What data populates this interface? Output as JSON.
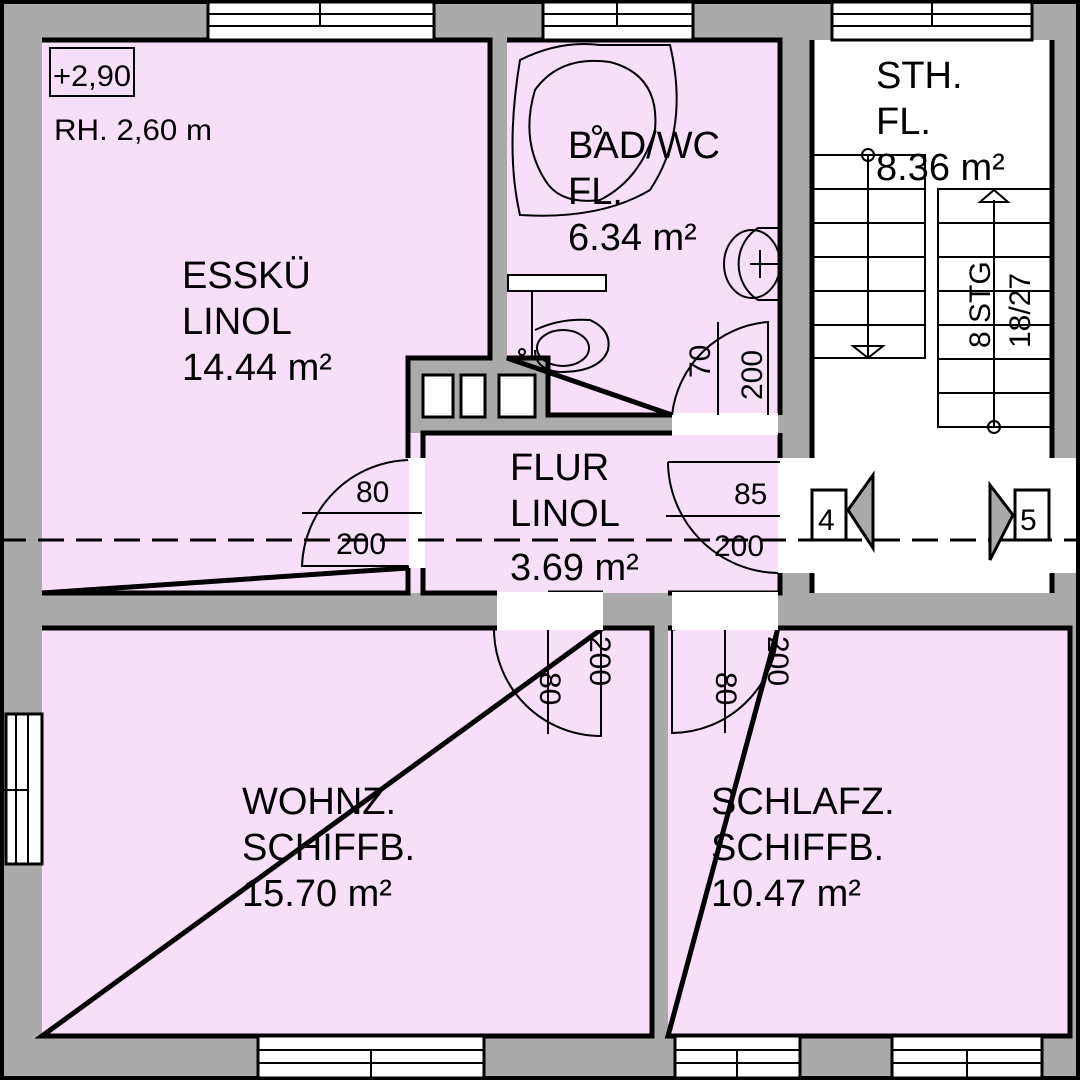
{
  "colors": {
    "room_fill": "#f8dff8",
    "wall_fill": "#aaaaaa",
    "line": "#000000",
    "stair_fill": "#ffffff"
  },
  "level": {
    "elevation": "+2,90",
    "room_height": "RH. 2,60 m"
  },
  "rooms": {
    "esskueche": {
      "name": "ESSKÜ",
      "floor": "LINOL",
      "area": "14.44 m²"
    },
    "bad": {
      "name": "BAD/WC",
      "floor": "FL.",
      "area": "6.34 m²"
    },
    "stiege": {
      "name": "STH.",
      "floor": "FL.",
      "area": "8.36 m²"
    },
    "flur": {
      "name": "FLUR",
      "floor": "LINOL",
      "area": "3.69 m²"
    },
    "wohnzimmer": {
      "name": "WOHNZ.",
      "floor": "SCHIFFB.",
      "area": "15.70 m²"
    },
    "schlafzimmer": {
      "name": "SCHLAFZ.",
      "floor": "SCHIFFB.",
      "area": "10.47 m²"
    }
  },
  "doors": {
    "esskueche": {
      "width": "80",
      "height": "200"
    },
    "bad": {
      "width": "70",
      "height": "200"
    },
    "entry": {
      "width": "85",
      "height": "200"
    },
    "wohnzimmer": {
      "width": "80",
      "height": "200"
    },
    "schlafzimmer": {
      "width": "80",
      "height": "200"
    }
  },
  "stair": {
    "steps": "8 STG",
    "ratio": "18/27"
  },
  "section_markers": {
    "left": "4",
    "right": "5"
  }
}
